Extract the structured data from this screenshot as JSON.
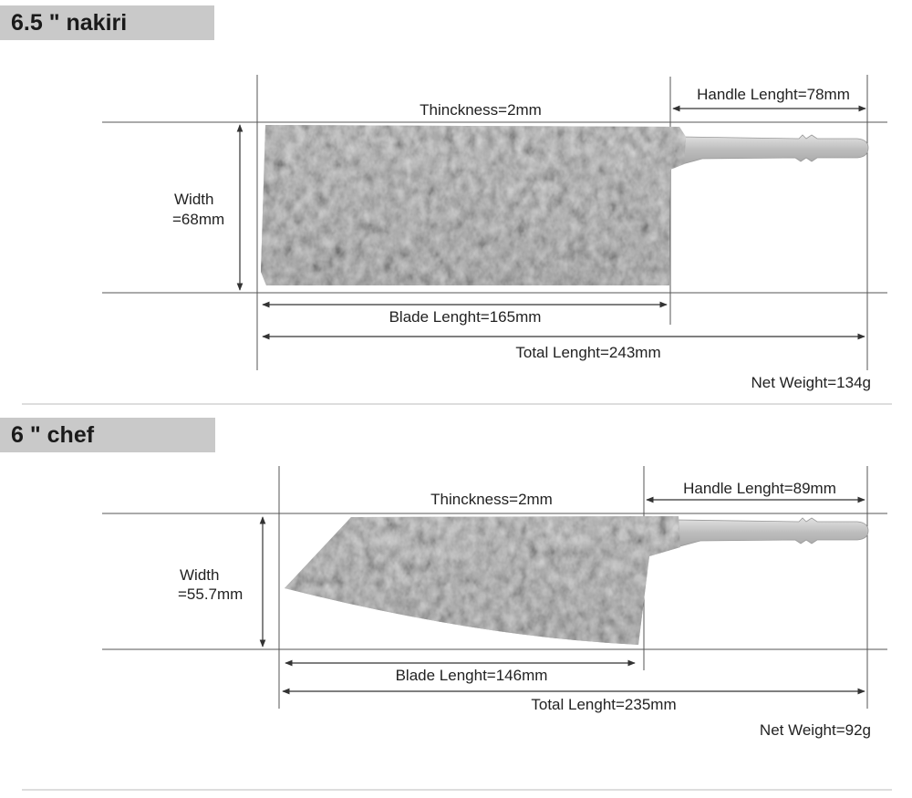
{
  "sections": [
    {
      "title": "6.5 \" nakiri",
      "thickness": "Thinckness=2mm",
      "handle_length": "Handle Lenght=78mm",
      "width_line1": "Width",
      "width_line2": "=68mm",
      "blade_length": "Blade Lenght=165mm",
      "total_length": "Total Lenght=243mm",
      "net_weight": "Net Weight=134g"
    },
    {
      "title": "6 \" chef",
      "thickness": "Thinckness=2mm",
      "handle_length": "Handle Lenght=89mm",
      "width_line1": "Width",
      "width_line2": "=55.7mm",
      "blade_length": "Blade Lenght=146mm",
      "total_length": "Total Lenght=235mm",
      "net_weight": "Net Weight=92g"
    }
  ],
  "colors": {
    "header_bg": "#c9c9c9",
    "blade_steel": "#8a8a8a",
    "tang_steel": "#c4c4c4",
    "dimension_line": "#333333"
  }
}
